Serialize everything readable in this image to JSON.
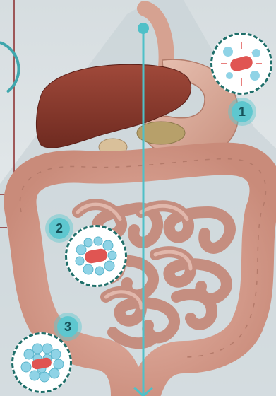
{
  "markers": [
    {
      "label": "1"
    },
    {
      "label": "2"
    },
    {
      "label": "3"
    }
  ],
  "colors": {
    "accent_teal": "#4fc0c8",
    "dark_teal": "#1f6f6a",
    "liver": "#8a3a2e",
    "intestine": "#d7a89c",
    "pill": "#e05552",
    "particle": "#8fd3e6"
  }
}
